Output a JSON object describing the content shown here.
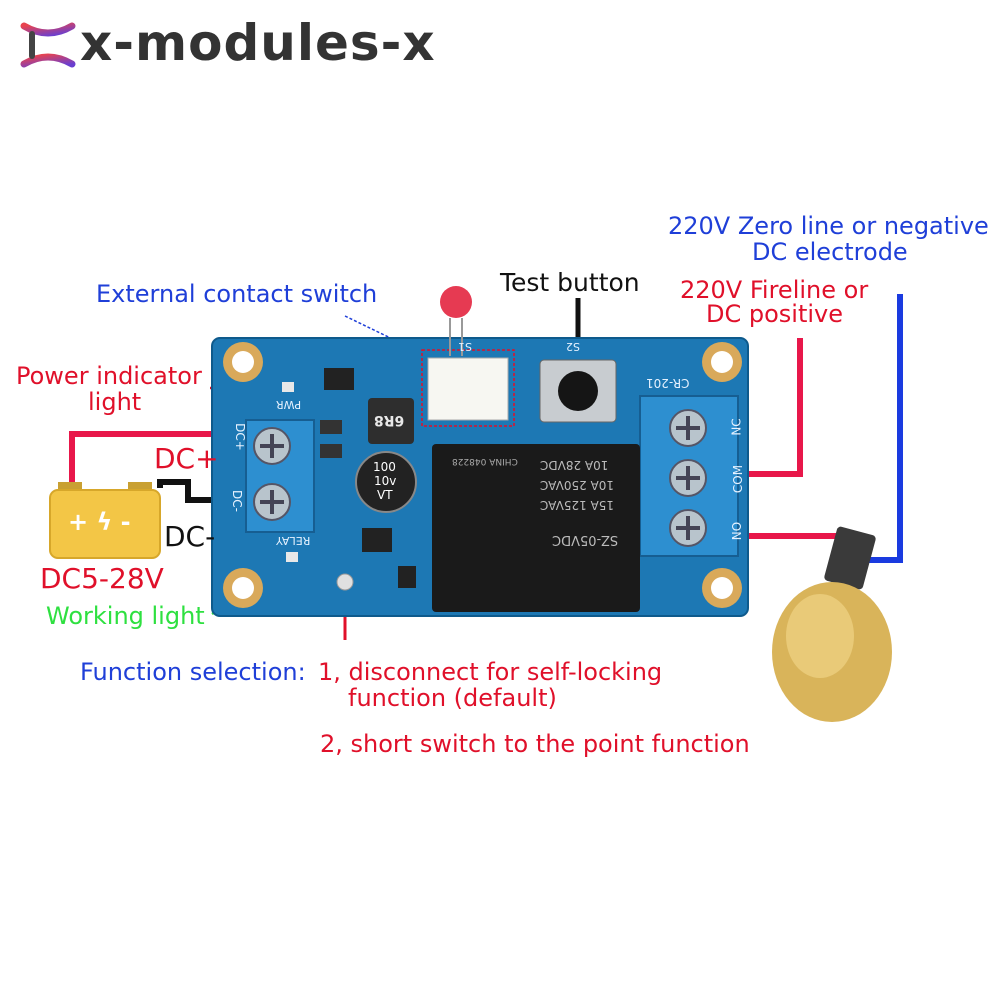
{
  "brand": {
    "name": "x-modules-x"
  },
  "labels": {
    "external_contact_switch": "External contact switch",
    "test_button": "Test button",
    "zero_line_1": "220V Zero line or negative",
    "zero_line_2": "DC electrode",
    "fireline_1": "220V Fireline or",
    "fireline_2": "DC positive",
    "power_indicator_1": "Power indicator",
    "power_indicator_2": "light",
    "dc_plus": "DC+",
    "dc_minus": "DC-",
    "dc_range": "DC5-28V",
    "working_light": "Working light",
    "function_selection": "Function selection:",
    "function_option_1a": "1, disconnect for self-locking",
    "function_option_1b": "function (default)",
    "function_option_2": "2, short switch to the point function"
  },
  "board": {
    "silk_pwr": "PWR",
    "silk_dc_plus": "DC+",
    "silk_dc_minus": "DC-",
    "silk_relay": "RELAY",
    "silk_s1": "S1",
    "silk_s2": "S2",
    "silk_model": "CR-201",
    "silk_nc": "NC",
    "silk_com": "COM",
    "silk_no": "NO",
    "inductor": "6R8",
    "cap_1": "100",
    "cap_2": "10v",
    "cap_3": "VT",
    "relay_model": "SZ-05VDC",
    "relay_spec_1": "15A 125VAC",
    "relay_spec_2": "10A 250VAC",
    "relay_spec_3": "10A 28VDC",
    "relay_cert": "CHINA 048228",
    "battery_symbol": "+ ϟ -"
  },
  "colors": {
    "pcb": "#1d78b4",
    "terminal": "#2d8fd0",
    "wire_red": "#e8174a",
    "wire_blue": "#1a3be0",
    "wire_black": "#111111",
    "battery": "#f3c646",
    "bulb_glass": "#d9b45a"
  }
}
